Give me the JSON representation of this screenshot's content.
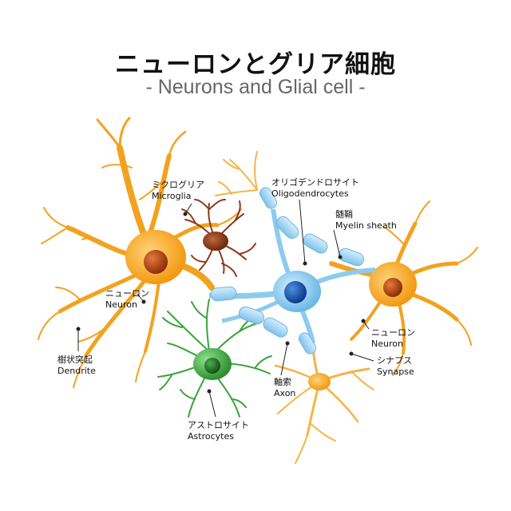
{
  "title": {
    "ja": "ニューロンとグリア細胞",
    "en": "- Neurons and Glial cell -"
  },
  "labels": {
    "microglia": {
      "ja": "ミクログリア",
      "en": "Microglia"
    },
    "oligodendrocytes": {
      "ja": "オリゴデンドロサイト",
      "en": "Oligodendrocytes"
    },
    "myelin_sheath": {
      "ja": "髄鞘",
      "en": "Myelin sheath"
    },
    "neuron_left": {
      "ja": "ニューロン",
      "en": "Neuron"
    },
    "neuron_right": {
      "ja": "ニューロン",
      "en": "Neuron"
    },
    "dendrite": {
      "ja": "樹状突起",
      "en": "Dendrite"
    },
    "synapse": {
      "ja": "シナプス",
      "en": "Synapse"
    },
    "axon": {
      "ja": "軸索",
      "en": "Axon"
    },
    "astrocytes": {
      "ja": "アストロサイト",
      "en": "Astrocytes"
    }
  },
  "colors": {
    "neuron": "#f5a623",
    "neuron_nucleus": "#c8541a",
    "microglia": "#8b3a1a",
    "astrocyte": "#3aa53a",
    "oligodendrocyte": "#7cc4ec",
    "oligodendrocyte_nucleus": "#1f5fb8",
    "myelin": "#9fd3f2"
  }
}
